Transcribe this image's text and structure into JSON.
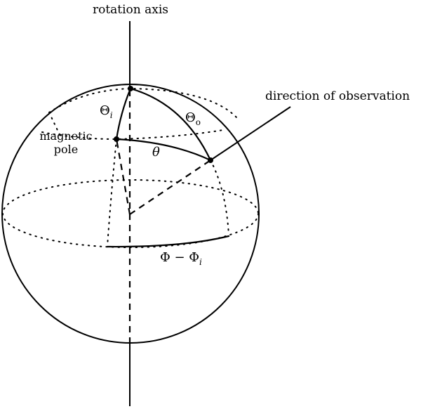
{
  "labels": {
    "rotation_axis": "rotation axis",
    "direction_of_observation": "direction of observation",
    "magnetic": "magnetic",
    "pole": "pole",
    "theta_i_base": "Θ",
    "theta_i_sub": "i",
    "theta_o_base": "Θ",
    "theta_o_sub": "o",
    "theta": "θ",
    "phi_diff_base": "Φ − Φ",
    "phi_diff_sub": "i"
  },
  "colors": {
    "ink": "#000000",
    "background": "#ffffff"
  }
}
